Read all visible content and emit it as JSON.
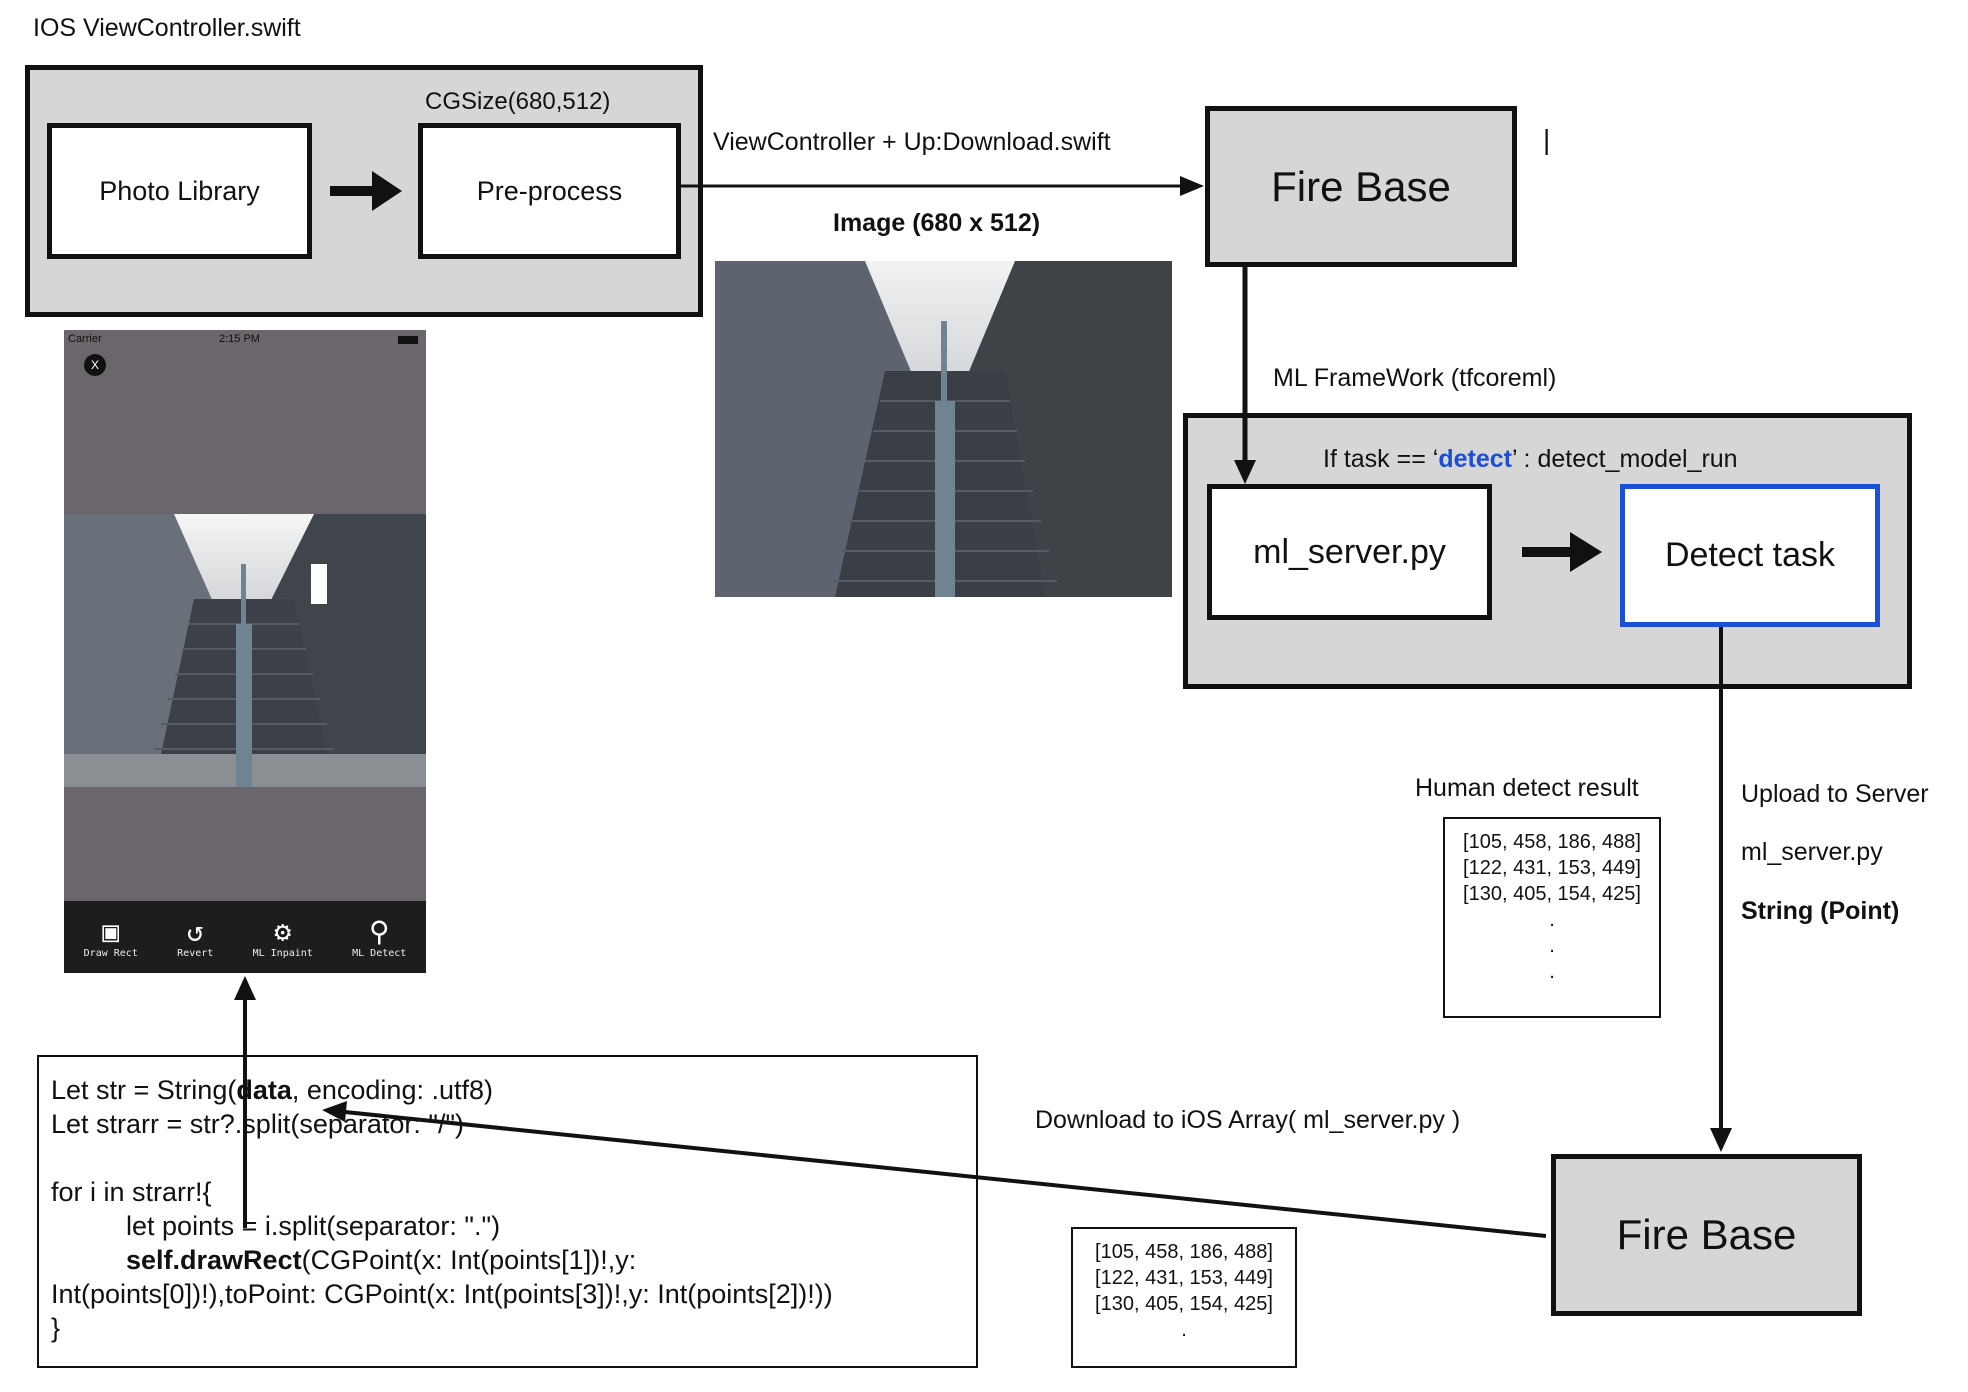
{
  "ios_section": {
    "title": "IOS ViewController.swift",
    "cgsize_label": "CGSize(680,512)",
    "photo_library": "Photo Library",
    "preprocess": "Pre-process"
  },
  "upload": {
    "label": "ViewController + Up:Download.swift",
    "image_caption": "Image (680 x 512)"
  },
  "firebase_top": {
    "label": "Fire Base",
    "cursor": "|"
  },
  "ml_framework": {
    "label": "ML FrameWork (tfcoreml)"
  },
  "server_section": {
    "condition_prefix": "If task == ‘",
    "condition_keyword": "detect",
    "condition_suffix": "’ : detect_model_run",
    "ml_server": "ml_server.py",
    "detect_task": "Detect task",
    "keyword_color": "#1a4fd6"
  },
  "human_detect": {
    "title": "Human detect result",
    "rows": [
      "[105, 458, 186, 488]",
      "[122, 431, 153, 449]",
      "[130, 405, 154, 425]",
      ".",
      ".",
      "."
    ]
  },
  "upload_server": {
    "line1": "Upload to Server",
    "line2": "ml_server.py",
    "line3": "String (Point)"
  },
  "firebase_bottom": {
    "label": "Fire Base"
  },
  "download": {
    "label": "Download to iOS Array( ml_server.py )",
    "rows": [
      "[105, 458, 186, 488]",
      "[122, 431, 153, 449]",
      "[130, 405, 154, 425]",
      "."
    ]
  },
  "phone": {
    "carrier": "Carrier",
    "time": "2:15 PM",
    "close": "X",
    "tools": [
      {
        "label": "Draw Rect",
        "icon": "image-icon"
      },
      {
        "label": "Revert",
        "icon": "revert-icon"
      },
      {
        "label": "ML Inpaint",
        "icon": "head-icon"
      },
      {
        "label": "ML Detect",
        "icon": "search-icon"
      }
    ]
  },
  "code": {
    "line1_a": "Let str = String(",
    "line1_b": "data",
    "line1_c": ", encoding: .utf8)",
    "line2": "Let strarr = str?.split(separator: \"/\")",
    "line3": "for i in strarr!{",
    "line4": "          let points = i.split(separator: \".\")",
    "line5_a": "          ",
    "line5_b": "self.drawRect",
    "line5_c": "(CGPoint(x: Int(points[1])!,y:",
    "line6": "Int(points[0])!),toPoint: CGPoint(x: Int(points[3])!,y: Int(points[2])!))",
    "line7": "}"
  }
}
